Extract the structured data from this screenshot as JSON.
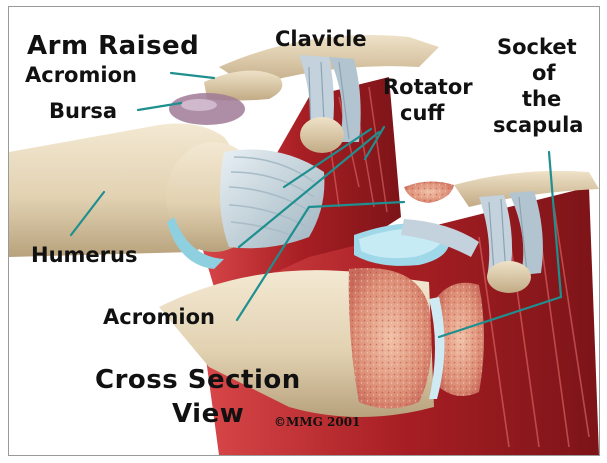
{
  "titles": {
    "top": "Arm Raised",
    "bottom_line1": "Cross Section",
    "bottom_line2": "View"
  },
  "labels": {
    "clavicle": "Clavicle",
    "acromion_top": "Acromion",
    "bursa": "Bursa",
    "rotator_1": "Rotator",
    "rotator_2": "cuff",
    "socket_1": "Socket",
    "socket_2": "of",
    "socket_3": "the",
    "socket_4": "scapula",
    "humerus": "Humerus",
    "acromion_bottom": "Acromion"
  },
  "copyright": "©MMG 2001",
  "colors": {
    "leader": "#1f8f8f",
    "bone": "#e9dcc2",
    "muscle": "#b3262a",
    "tendon": "#c9d8e0",
    "cartilage": "#8fd0e0",
    "marrow": "#e2a48a"
  }
}
